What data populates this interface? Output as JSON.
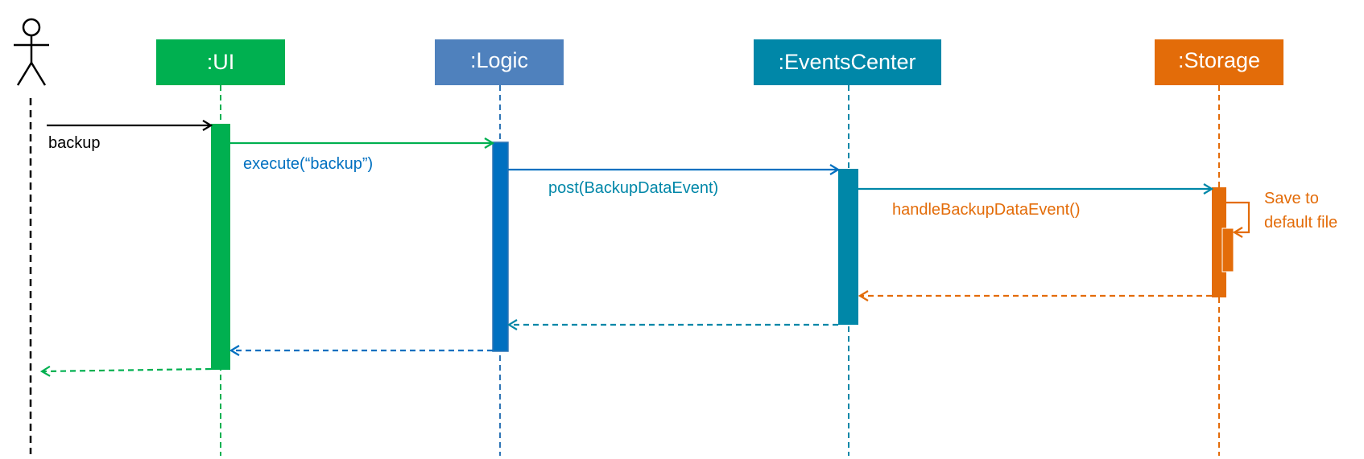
{
  "participants": {
    "ui": {
      "label": ":UI",
      "color": "#00b050"
    },
    "logic": {
      "label": ":Logic",
      "color": "#4f81bd"
    },
    "events": {
      "label": ":EventsCenter",
      "color": "#0087a8"
    },
    "storage": {
      "label": ":Storage",
      "color": "#e36c09"
    }
  },
  "messages": {
    "backup": "backup",
    "execute": "execute(“backup”)",
    "post": "post(BackupDataEvent)",
    "handle": "handleBackupDataEvent()",
    "save_line1": "Save to",
    "save_line2": "default file"
  },
  "colors": {
    "actor": "#000000",
    "ui": "#00b050",
    "logic_activation": "#0070c0",
    "logic_line": "#2e75b6",
    "events": "#0087a8",
    "storage": "#e36c09",
    "logic_text": "#0070c0",
    "events_text": "#0087a8"
  }
}
